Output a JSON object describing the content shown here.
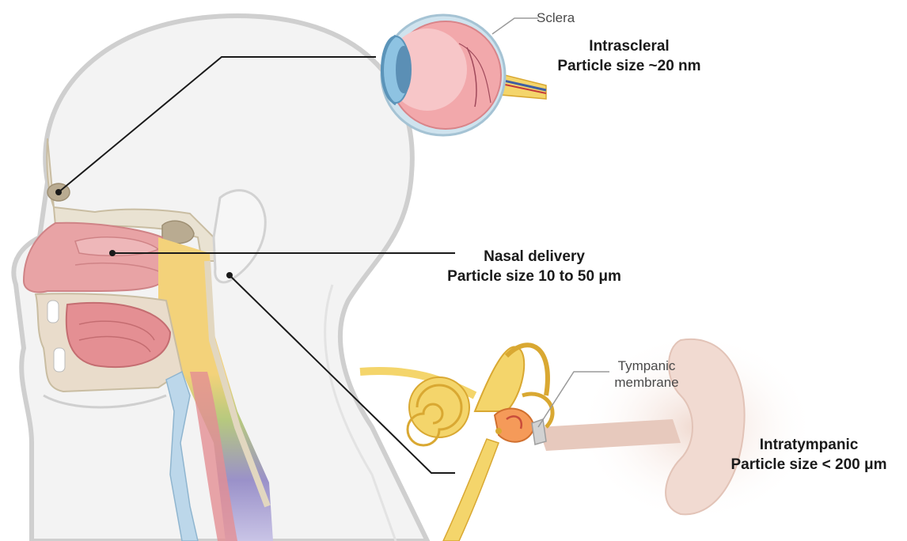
{
  "labels": {
    "sclera": "Sclera",
    "intrascleral": {
      "route": "Intrascleral",
      "size": "Particle size ~20 nm"
    },
    "nasal": {
      "route": "Nasal delivery",
      "size": "Particle size 10 to 50 μm"
    },
    "tympanic_membrane": {
      "line1": "Tympanic",
      "line2": "membrane"
    },
    "intratympanic": {
      "route": "Intratympanic",
      "size": "Particle size < 200 μm"
    }
  },
  "colors": {
    "head_outline": "#cfcfcf",
    "head_fill": "#f3f3f3",
    "nasal_tissue": "#e8a3a5",
    "airway_yellow": "#f3d27a",
    "airway_green": "#b7c97e",
    "airway_purple": "#9a91c9",
    "eye_pink": "#f2a8ab",
    "ear_yellow": "#f4d56b",
    "ear_skin": "#f0d9cf",
    "leader_line": "#1a1a1a"
  }
}
